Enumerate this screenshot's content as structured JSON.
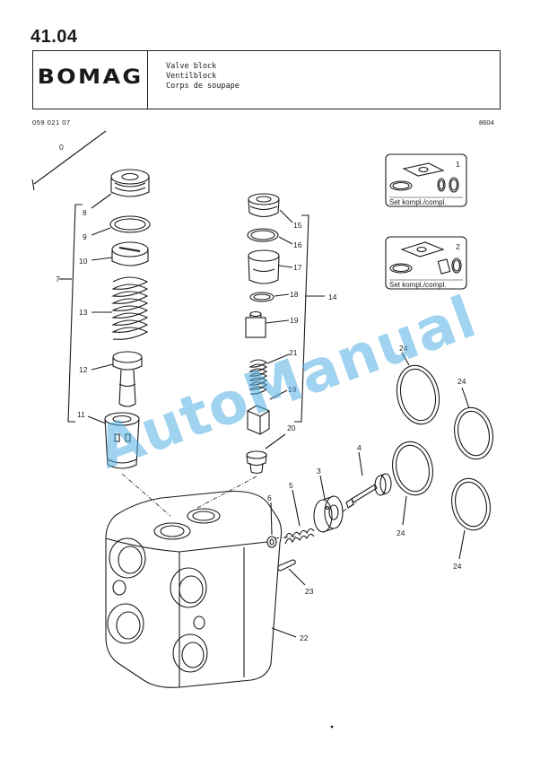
{
  "page": {
    "number": "41.04",
    "part_number": "059 021 07",
    "date_code": "8604"
  },
  "header": {
    "logo": "BOMAG",
    "title_en": "Valve block",
    "title_de": "Ventilblock",
    "title_fr": "Corps de soupape"
  },
  "sets": {
    "set1_number": "1",
    "set1_label": "Set kompl./compl.",
    "set2_number": "2",
    "set2_label": "Set kompl./compl."
  },
  "callouts": {
    "c0": "0",
    "c1": "1",
    "c2": "2",
    "c3": "3",
    "c4": "4",
    "c5": "5",
    "c6": "6",
    "c7": "7",
    "c8": "8",
    "c9": "9",
    "c10": "10",
    "c11": "11",
    "c12": "12",
    "c13": "13",
    "c14": "14",
    "c15": "15",
    "c16": "16",
    "c17": "17",
    "c18": "18",
    "c19a": "19",
    "c19b": "19",
    "c20": "20",
    "c21": "21",
    "c22": "22",
    "c23": "23",
    "c24a": "24",
    "c24b": "24",
    "c24c": "24",
    "c24d": "24"
  },
  "watermark": "AutoManual",
  "colors": {
    "ink": "#1a1a1a",
    "watermark": "#50afe1"
  }
}
